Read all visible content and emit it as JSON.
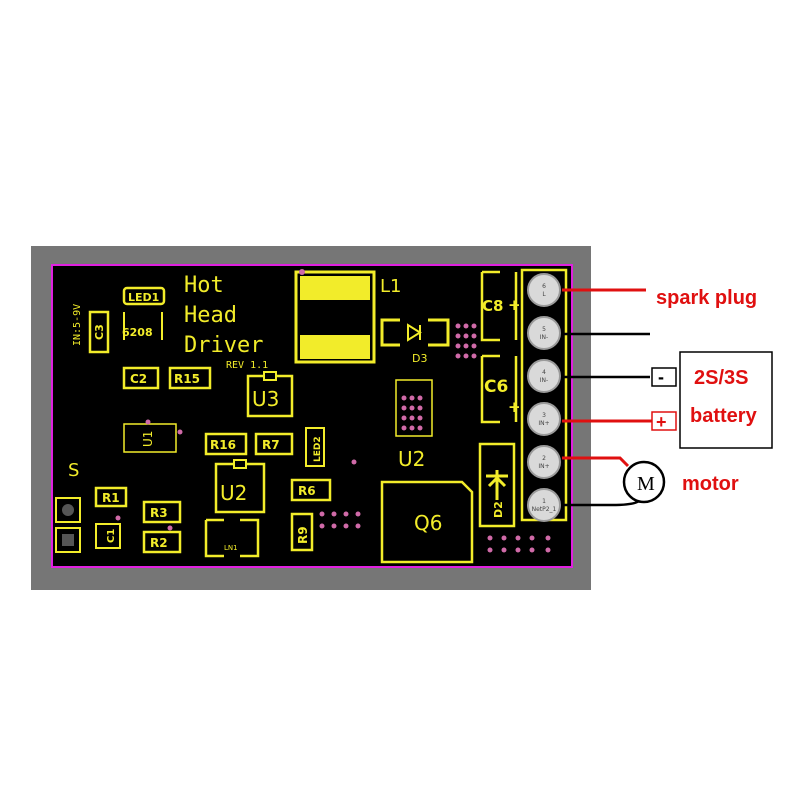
{
  "board": {
    "title_lines": [
      "Hot",
      "Head",
      "Driver"
    ],
    "revision": "REV 1.1",
    "input_spec": "IN:5-9V",
    "inductor": "L1",
    "diode": "D3",
    "s_mark": "S",
    "components": {
      "led1": "LED1",
      "c3": "C3",
      "ic6208": "6208",
      "c2": "C2",
      "r15": "R15",
      "u3": "U3",
      "u1": "U1",
      "r16": "R16",
      "r7": "R7",
      "led2": "LED2",
      "u2_top": "U2",
      "u2_bottom": "U2",
      "r6": "R6",
      "r1": "R1",
      "r3": "R3",
      "r2": "R2",
      "c1": "C1",
      "ln1": "LN1",
      "r9": "R9",
      "q6": "Q6",
      "c8": "C8",
      "c6": "C6",
      "plus1": "+",
      "plus2": "+",
      "d2": "D2"
    },
    "pins": [
      {
        "num": "6",
        "label": "L"
      },
      {
        "num": "5",
        "label": "IN-"
      },
      {
        "num": "4",
        "label": "IN-"
      },
      {
        "num": "3",
        "label": "IN+"
      },
      {
        "num": "2",
        "label": "IN+"
      },
      {
        "num": "1",
        "label": "NetP2_1"
      }
    ]
  },
  "connections": {
    "spark_plug": "spark plug",
    "battery_type": "2S/3S",
    "battery": "battery",
    "minus_sign": "-",
    "plus_sign": "+",
    "motor": "motor",
    "motor_symbol": "M"
  },
  "colors": {
    "board_bg": "#000000",
    "frame": "#767676",
    "outline": "#e020e0",
    "silkscreen": "#f2ec2a",
    "wire_red": "#e01010",
    "wire_black": "#000000"
  }
}
